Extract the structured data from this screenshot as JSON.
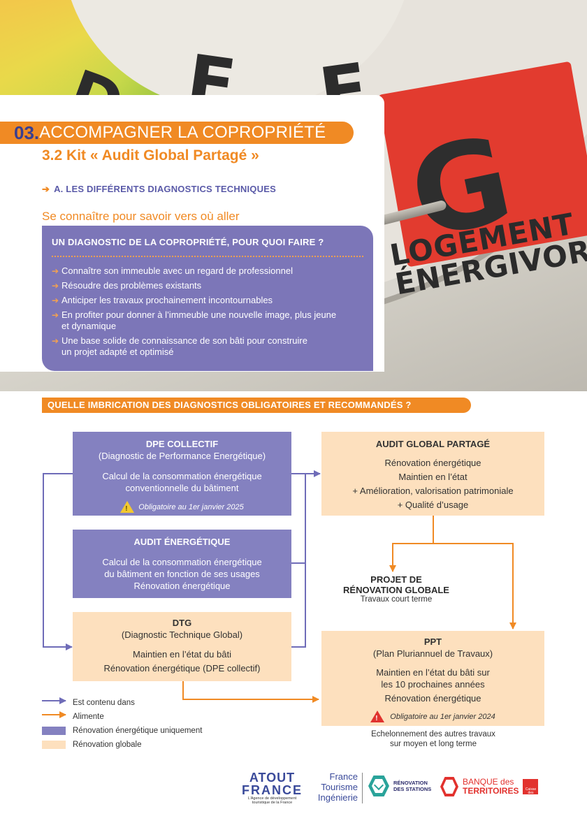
{
  "hero": {
    "dial_letters": [
      "D",
      "E",
      "F"
    ],
    "rating_letter": "G",
    "stamp_line1": "LOGEMENT",
    "stamp_line2": "ÉNERGIVORE"
  },
  "section": {
    "number": "03.",
    "title": "ACCOMPAGNER LA COPROPRIÉTÉ",
    "subtitle": "3.2 Kit « Audit Global Partagé »",
    "part_label": "A. LES DIFFÉRENTS DIAGNOSTICS TECHNIQUES",
    "tagline": "Se connaître pour savoir vers où aller"
  },
  "why_box": {
    "title": "UN DIAGNOSTIC DE LA COPROPRIÉTÉ, POUR QUOI FAIRE ?",
    "items": [
      {
        "lines": [
          "Connaître son immeuble avec un regard de professionnel"
        ]
      },
      {
        "lines": [
          "Résoudre des problèmes existants"
        ]
      },
      {
        "lines": [
          "Anticiper les travaux prochainement incontournables"
        ]
      },
      {
        "lines": [
          "En profiter pour donner à l’immeuble une nouvelle image, plus jeune",
          "et dynamique"
        ]
      },
      {
        "lines": [
          "Une base solide de connaissance de son bâti pour construire",
          "un projet adapté et optimisé"
        ]
      }
    ]
  },
  "diagram": {
    "banner": "QUELLE IMBRICATION DES DIAGNOSTICS OBLIGATOIRES ET RECOMMANDÉS ?",
    "dpe": {
      "title": "DPE COLLECTIF",
      "subtitle": "(Diagnostic de Performance Energétique)",
      "line1": "Calcul de la consommation énergétique",
      "line2": "conventionnelle du bâtiment",
      "note": "Obligatoire au 1er janvier 2025"
    },
    "audit_energetique": {
      "title": "AUDIT ÉNERGÉTIQUE",
      "line1": "Calcul de la consommation énergétique",
      "line2": "du bâtiment en fonction de ses usages",
      "line3": "Rénovation énergétique"
    },
    "dtg": {
      "title": "DTG",
      "subtitle": "(Diagnostic Technique Global)",
      "line1": "Maintien en l’état du bâti",
      "line2": "Rénovation énergétique (DPE collectif)"
    },
    "audit_global": {
      "title": "AUDIT GLOBAL PARTAGÉ",
      "line1": "Rénovation énergétique",
      "line2": "Maintien en l’état",
      "line3": "+ Amélioration, valorisation patrimoniale",
      "line4": "+ Qualité d’usage"
    },
    "projet": {
      "title1": "PROJET DE",
      "title2": "RÉNOVATION GLOBALE",
      "subtitle": "Travaux court terme"
    },
    "ppt": {
      "title": "PPT",
      "subtitle": "(Plan Pluriannuel de Travaux)",
      "line1": "Maintien en l’état du bâti sur",
      "line2": "les 10 prochaines années",
      "line3": "Rénovation énergétique",
      "note": "Obligatoire au 1er janvier 2024"
    },
    "after_ppt_line1": "Echelonnement des autres travaux",
    "after_ppt_line2": "sur moyen et long terme",
    "legend": [
      {
        "symbol": "arrow-blue",
        "label": "Est contenu dans"
      },
      {
        "symbol": "arrow-orange",
        "label": "Alimente"
      },
      {
        "symbol": "swatch-purple",
        "label": "Rénovation énergétique uniquement"
      },
      {
        "symbol": "swatch-peach",
        "label": "Rénovation globale"
      }
    ],
    "colors": {
      "purple": "#8481c0",
      "peach": "#fde0be",
      "orange": "#f08a24",
      "blue_arrow": "#6f6cb8"
    }
  },
  "footer": {
    "atout_line1": "ATOUT",
    "atout_line2": "FRANCE",
    "atout_tagline1": "L’Agence de développement",
    "atout_tagline2": "touristique de la France",
    "ft_line1": "France",
    "ft_line2": "Tourisme",
    "ft_line3": "Ingénierie",
    "stations_line1": "RÉNOVATION",
    "stations_line2": "DES STATIONS",
    "banque_line1_a": "BANQUE",
    "banque_line1_b": "des",
    "banque_line2": "TERRITOIRES",
    "cdc_line1": "Caisse",
    "cdc_line2": "des Dépôts"
  }
}
